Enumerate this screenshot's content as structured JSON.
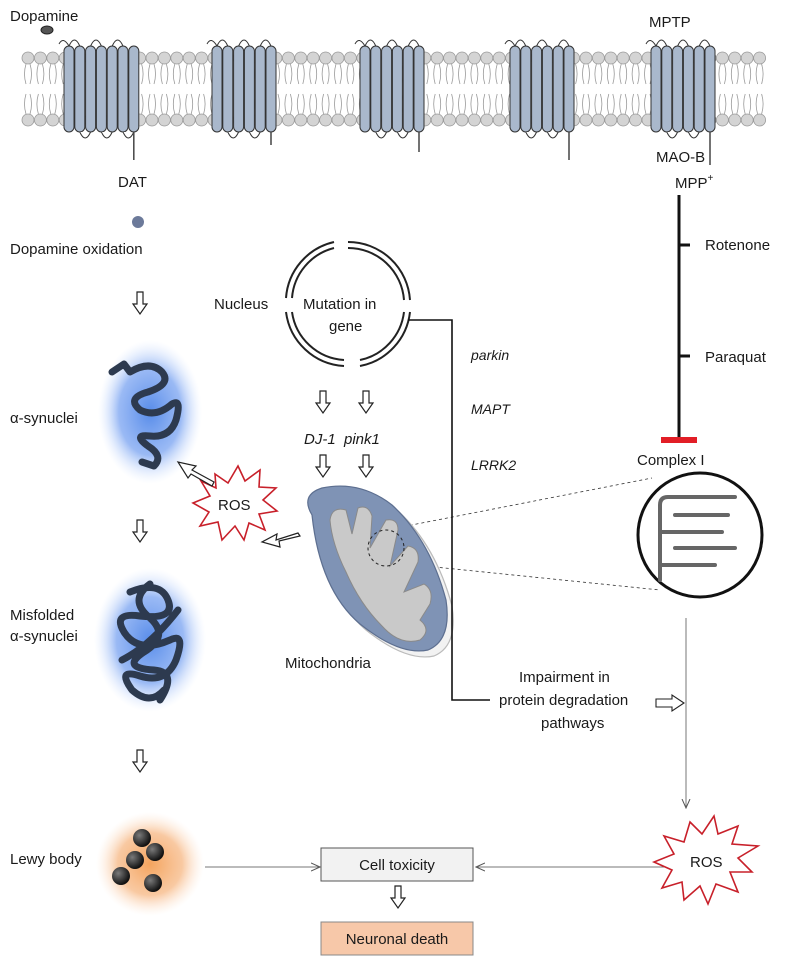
{
  "colors": {
    "protein_fill": "#a9b8cc",
    "protein_stroke": "#333333",
    "lipid_head": "#d4d4d4",
    "mito_outer": "#7f93b5",
    "mito_inner": "#c9c9c9",
    "ros_stroke": "#c8202a",
    "complex_bar": "#e21e26",
    "neuronal_death_fill": "#f7c8a9",
    "lewy_glow": "#f6a35a",
    "synuclein_glow": "#4f86e8",
    "synuclein_coil": "#2d3a4f"
  },
  "membrane": {
    "dopamine_label": "Dopamine",
    "mptp_label": "MPTP",
    "dat_label": "DAT",
    "maob_label": "MAO-B"
  },
  "toxin_pathway": {
    "mpp_label": "MPP",
    "mpp_superscript": "+",
    "rotenone_label": "Rotenone",
    "paraquat_label": "Paraquat",
    "complex_label": "Complex I"
  },
  "left_chain": {
    "dopamine_oxidation": "Dopamine oxidation",
    "synuclein": "α-synuclei",
    "misfolded_line1": "Misfolded",
    "misfolded_line2": "α-synuclei",
    "lewy_body": "Lewy body"
  },
  "center": {
    "nucleus_label": "Nucleus",
    "mutation_line1": "Mutation in",
    "mutation_line2": "gene",
    "dj1": "DJ-1",
    "pink1": "pink1",
    "ros_left": "ROS",
    "mitochondria_label": "Mitochondria"
  },
  "genes": {
    "parkin": "parkin",
    "mapt": "MAPT",
    "lrrk2": "LRRK2"
  },
  "impairment": {
    "line1": "Impairment in",
    "line2": "protein degradation",
    "line3": "pathways"
  },
  "bottom": {
    "cell_toxicity": "Cell toxicity",
    "neuronal_death": "Neuronal death",
    "ros_right": "ROS"
  }
}
